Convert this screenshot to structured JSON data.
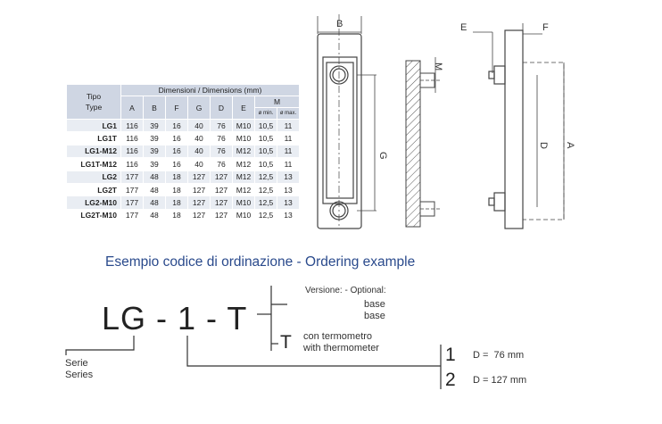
{
  "table": {
    "type_header": [
      "Tipo",
      "Type"
    ],
    "dimensions_header": "Dimensioni / Dimensions (mm)",
    "columns": [
      "A",
      "B",
      "F",
      "G",
      "D",
      "E"
    ],
    "m_header": "M",
    "m_sub": [
      "ø min.",
      "ø max."
    ],
    "rows": [
      {
        "code": "LG1",
        "values": [
          "116",
          "39",
          "16",
          "40",
          "76",
          "M10",
          "10,5",
          "11"
        ]
      },
      {
        "code": "LG1T",
        "values": [
          "116",
          "39",
          "16",
          "40",
          "76",
          "M10",
          "10,5",
          "11"
        ]
      },
      {
        "code": "LG1-M12",
        "values": [
          "116",
          "39",
          "16",
          "40",
          "76",
          "M12",
          "10,5",
          "11"
        ]
      },
      {
        "code": "LG1T-M12",
        "values": [
          "116",
          "39",
          "16",
          "40",
          "76",
          "M12",
          "10,5",
          "11"
        ]
      },
      {
        "code": "LG2",
        "values": [
          "177",
          "48",
          "18",
          "127",
          "127",
          "M12",
          "12,5",
          "13"
        ]
      },
      {
        "code": "LG2T",
        "values": [
          "177",
          "48",
          "18",
          "127",
          "127",
          "M12",
          "12,5",
          "13"
        ]
      },
      {
        "code": "LG2-M10",
        "values": [
          "177",
          "48",
          "18",
          "127",
          "127",
          "M10",
          "12,5",
          "13"
        ]
      },
      {
        "code": "LG2T-M10",
        "values": [
          "177",
          "48",
          "18",
          "127",
          "127",
          "M10",
          "12,5",
          "13"
        ]
      }
    ]
  },
  "drawing": {
    "labels": {
      "B": "B",
      "E": "E",
      "F": "F",
      "M": "M",
      "G": "G",
      "D": "D",
      "A": "A"
    }
  },
  "ordering": {
    "title": "Esempio codice di ordinazione - Ordering example",
    "code": "LG - 1 - T",
    "series_label": [
      "Serie",
      "Series"
    ],
    "version_header": "Versione: - Optional:",
    "base_label": [
      "base",
      "base"
    ],
    "t_letter": "T",
    "thermo_label": [
      "con termometro",
      "with thermometer"
    ],
    "sizes": [
      {
        "digit": "1",
        "text": "D =  76 mm"
      },
      {
        "digit": "2",
        "text": "D = 127 mm"
      }
    ]
  }
}
